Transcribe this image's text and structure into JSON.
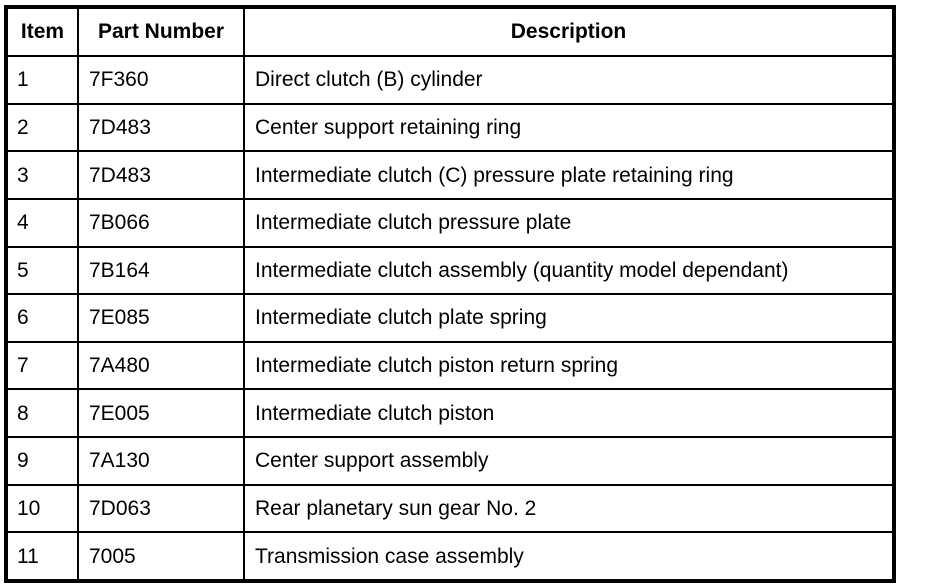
{
  "table": {
    "columns": [
      {
        "key": "item",
        "label": "Item",
        "align": "center"
      },
      {
        "key": "part_number",
        "label": "Part Number",
        "align": "center"
      },
      {
        "key": "description",
        "label": "Description",
        "align": "center"
      }
    ],
    "rows": [
      {
        "item": "1",
        "part_number": "7F360",
        "description": "Direct clutch (B) cylinder"
      },
      {
        "item": "2",
        "part_number": "7D483",
        "description": "Center support retaining ring"
      },
      {
        "item": "3",
        "part_number": "7D483",
        "description": "Intermediate clutch (C) pressure plate retaining ring"
      },
      {
        "item": "4",
        "part_number": "7B066",
        "description": "Intermediate clutch pressure plate"
      },
      {
        "item": "5",
        "part_number": "7B164",
        "description": "Intermediate clutch assembly (quantity model dependant)"
      },
      {
        "item": "6",
        "part_number": "7E085",
        "description": "Intermediate clutch plate spring"
      },
      {
        "item": "7",
        "part_number": "7A480",
        "description": "Intermediate clutch piston return spring"
      },
      {
        "item": "8",
        "part_number": "7E005",
        "description": "Intermediate clutch piston"
      },
      {
        "item": "9",
        "part_number": "7A130",
        "description": "Center support assembly"
      },
      {
        "item": "10",
        "part_number": "7D063",
        "description": "Rear planetary sun gear No. 2"
      },
      {
        "item": "11",
        "part_number": "7005",
        "description": "Transmission case assembly"
      }
    ]
  },
  "colors": {
    "border": "#000000",
    "background": "#ffffff",
    "text": "#000000"
  }
}
